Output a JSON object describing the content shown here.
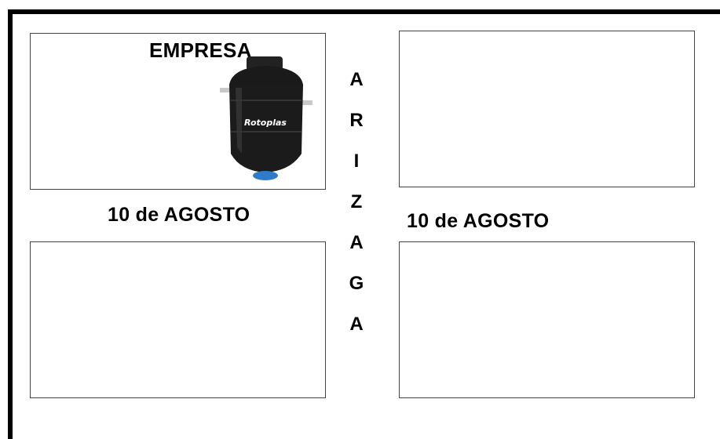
{
  "top_left": {
    "title": "EMPRESA",
    "tank_brand": "Rotoplas"
  },
  "left_date": "10 de AGOSTO",
  "right_date": "10 de AGOSTO",
  "vertical_text": [
    "A",
    "R",
    "I",
    "Z",
    "A",
    "G",
    "A"
  ],
  "colors": {
    "border": "#000000",
    "box_border": "#444444",
    "tank": "#1b1b1b",
    "tank_base": "#2e7cc9"
  }
}
